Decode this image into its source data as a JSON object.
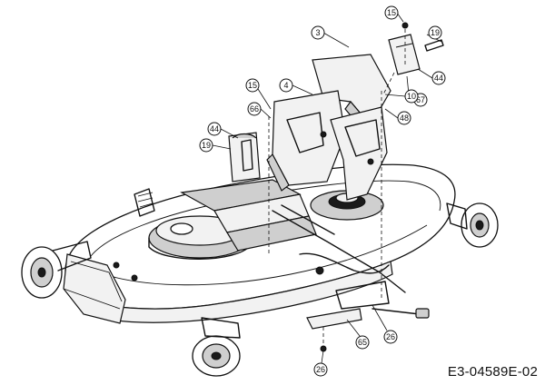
{
  "drawing_code": "E3-04589E-02",
  "callouts": [
    {
      "id": "c3",
      "label": "3"
    },
    {
      "id": "c15a",
      "label": "15"
    },
    {
      "id": "c19a",
      "label": "19"
    },
    {
      "id": "c44a",
      "label": "44"
    },
    {
      "id": "c67",
      "label": "67"
    },
    {
      "id": "c10",
      "label": "10"
    },
    {
      "id": "c48",
      "label": "48"
    },
    {
      "id": "c4",
      "label": "4"
    },
    {
      "id": "c15b",
      "label": "15"
    },
    {
      "id": "c66",
      "label": "66"
    },
    {
      "id": "c44b",
      "label": "44"
    },
    {
      "id": "c19b",
      "label": "19"
    },
    {
      "id": "c26a",
      "label": "26"
    },
    {
      "id": "c65",
      "label": "65"
    },
    {
      "id": "c26b",
      "label": "26"
    }
  ]
}
